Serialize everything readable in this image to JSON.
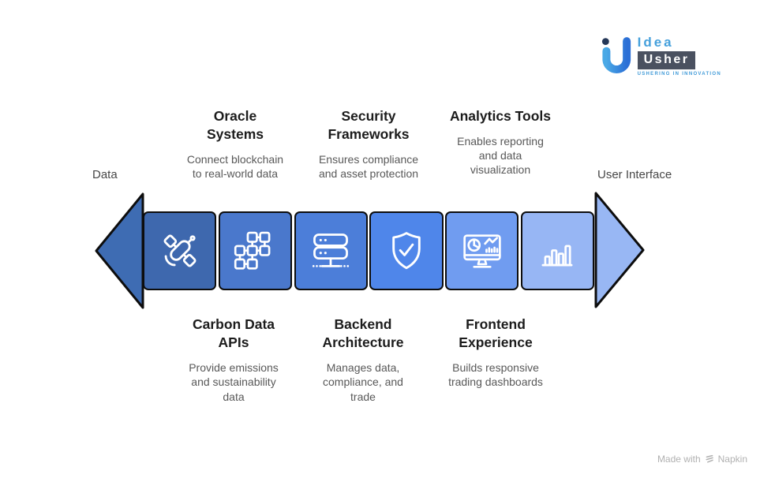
{
  "logo": {
    "name": "Idea Usher",
    "word_top": "Idea",
    "word_bottom": "Usher",
    "tagline": "USHERING IN INNOVATION"
  },
  "flow": {
    "left_label": "Data",
    "right_label": "User Interface",
    "top_items": [
      {
        "title": "Oracle\nSystems",
        "desc": "Connect blockchain\nto real-world data"
      },
      {
        "title": "Security\nFrameworks",
        "desc": "Ensures compliance\nand asset protection"
      },
      {
        "title": "Analytics Tools",
        "desc": "Enables reporting\nand data\nvisualization"
      }
    ],
    "bottom_items": [
      {
        "title": "Carbon Data\nAPIs",
        "desc": "Provide emissions\nand sustainability\ndata"
      },
      {
        "title": "Backend\nArchitecture",
        "desc": "Manages data,\ncompliance, and\ntrade"
      },
      {
        "title": "Frontend\nExperience",
        "desc": "Builds responsive\ntrading dashboards"
      }
    ],
    "segments": [
      {
        "icon": "satellite-icon",
        "color": "#3e68ae"
      },
      {
        "icon": "blockchain-nodes-icon",
        "color": "#4a78cc"
      },
      {
        "icon": "server-stack-icon",
        "color": "#4c7ed9"
      },
      {
        "icon": "shield-check-icon",
        "color": "#4f86ea"
      },
      {
        "icon": "dashboard-monitor-icon",
        "color": "#709cf0"
      },
      {
        "icon": "bar-chart-icon",
        "color": "#97b6f4"
      }
    ],
    "left_arrowhead_color": "#3e6cb3",
    "right_arrowhead_color": "#98b7f4",
    "outline_color": "#0d0d0d"
  },
  "footer": {
    "made_with": "Made with",
    "brand": "Napkin"
  }
}
